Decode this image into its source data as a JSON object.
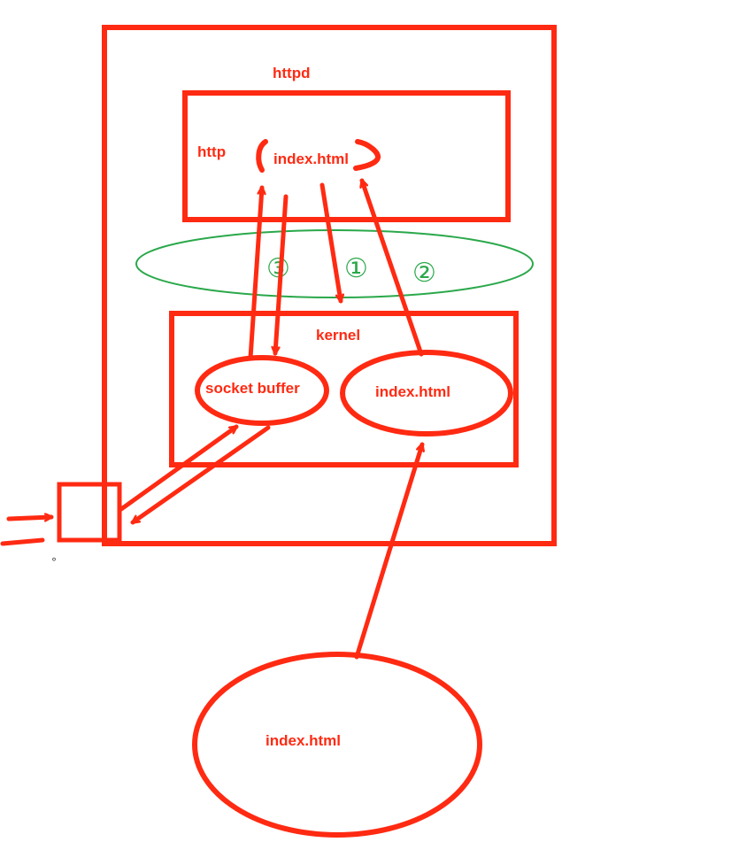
{
  "colors": {
    "stroke": "#ff2a12",
    "label": "#ff2a12",
    "syscall_ring": "#2aa84a",
    "background": "#ffffff"
  },
  "labels": {
    "httpd": "httpd",
    "http": "http",
    "http_file": "index.html",
    "kernel": "kernel",
    "socket_buffer": "socket buffer",
    "kernel_file": "index.html",
    "disk_file": "index.html"
  },
  "steps": {
    "step1": "①",
    "step2": "②",
    "step3": "③"
  },
  "marks": {
    "small_dot": "°"
  }
}
